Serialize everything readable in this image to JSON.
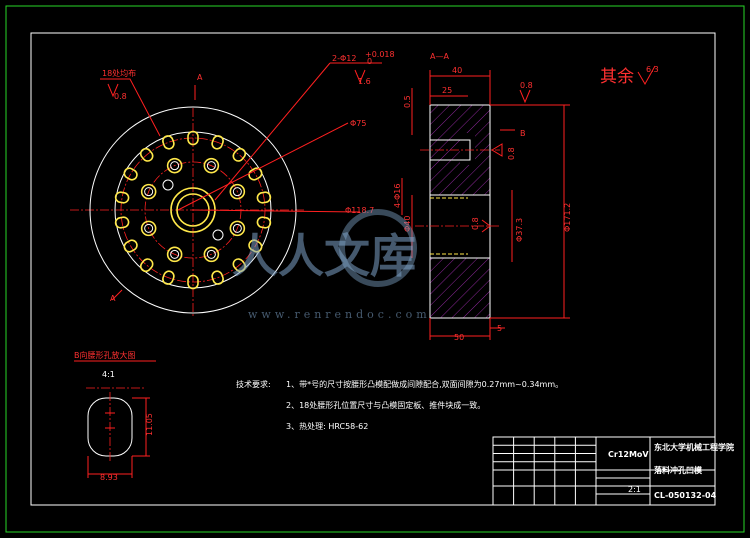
{
  "main_view": {
    "slot_note": "18处均布",
    "slot_rough": "0.8",
    "section_mark_top": "A",
    "section_mark_bottom": "A",
    "pin_hole_note": "2-Φ12",
    "pin_hole_tol": "+0.018",
    "pin_hole_tol2": "0",
    "pin_hole_rough": "1.6",
    "bolt_circle": "Φ75",
    "outer_dia": "Φ118.7"
  },
  "section": {
    "title": "A—A",
    "dim_width": "40",
    "dim_step": "25",
    "dim_step_h": "0.5",
    "rough_top": "0.8",
    "mark_B": "B",
    "rough_slot": "0.8",
    "dim_hole_h": "4-Φ16",
    "dim_bore": "Φ40",
    "dim_pilot": "Φ37.3",
    "rough_bore": "0.8",
    "dim_outer": "Φ171.2",
    "dim_base": "50",
    "dim_offset": "5"
  },
  "rest_roughness": {
    "label": "其余",
    "value": "6.3"
  },
  "detail_view": {
    "title": "B向腰形孔放大图",
    "scale": "4:1",
    "dim_height": "11.05",
    "dim_width": "8.93"
  },
  "tech_requirements": {
    "heading": "技术要求:",
    "items": [
      "1、带*号的尺寸按腰形凸模配做成间隙配合,双面间隙为0.27mm~0.34mm。",
      "2、18处腰形孔位置尺寸与凸模固定板、推件块成一致。",
      "3、热处理:    HRC58-62"
    ]
  },
  "title_block": {
    "material": "Cr12MoV",
    "school": "东北大学机械工程学院",
    "part_name": "落料冲孔凹模",
    "drawing_no": "CL-050132-04",
    "scale_text": "2:1"
  },
  "watermark": {
    "brand": "人人文库",
    "url": "www.renrendoc.com"
  },
  "colors": {
    "background": "#000000",
    "dimension": "#ff2020",
    "outline": "#ffffff",
    "frame": "#27d627",
    "slot": "#ffe84a",
    "hatch": "#b030c0"
  }
}
